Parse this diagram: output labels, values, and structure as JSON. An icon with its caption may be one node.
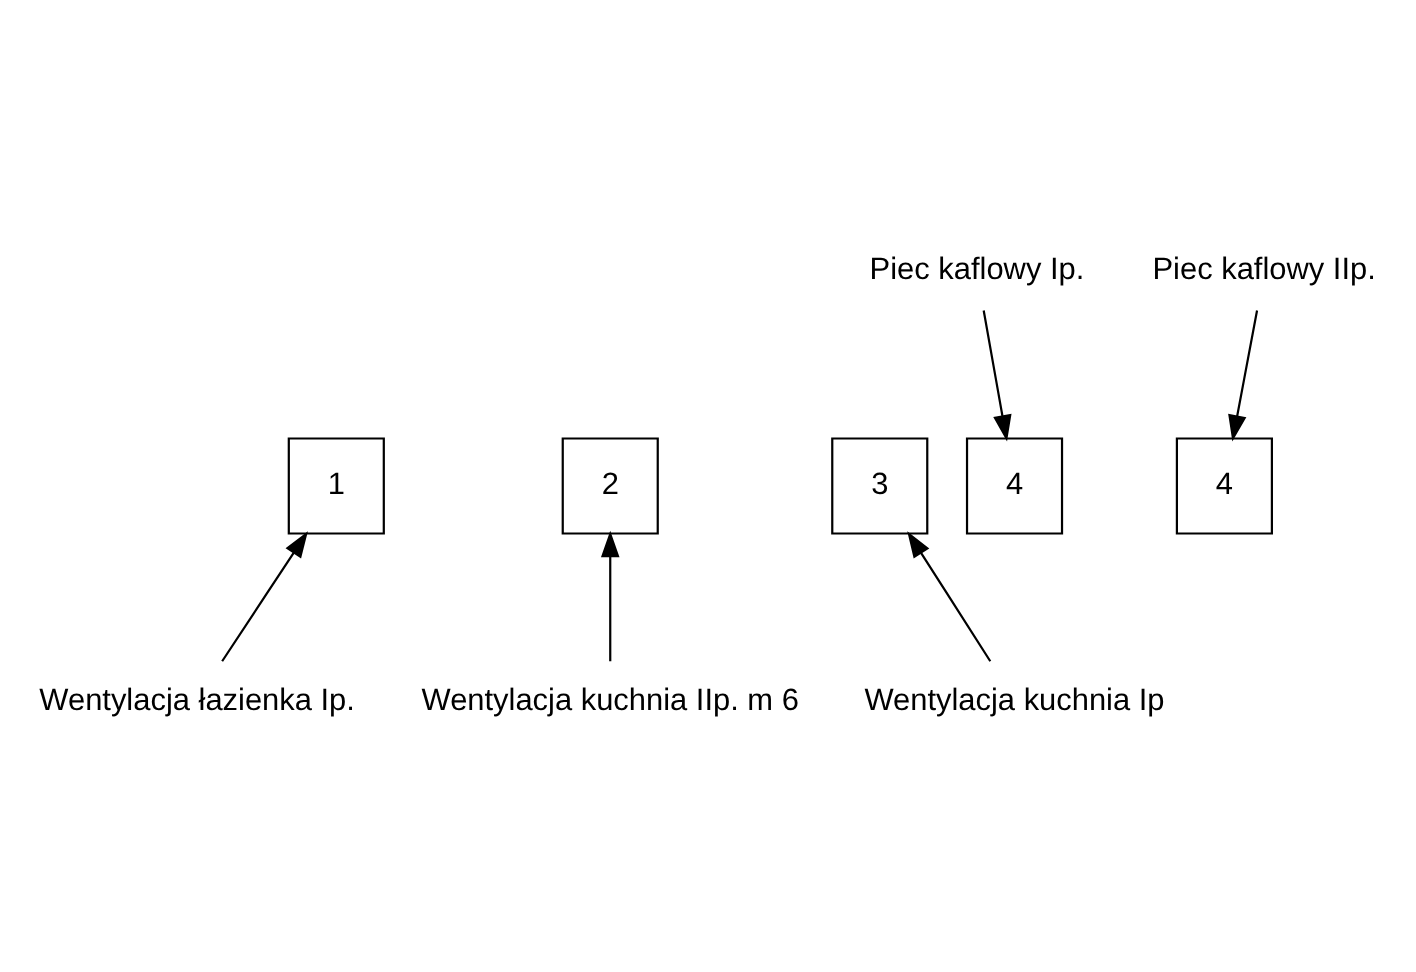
{
  "diagram": {
    "nodes": [
      {
        "text": [
          "Piec kaflowy Ip."
        ]
      },
      {
        "text": [
          "Piec kaflowy IIp."
        ]
      },
      {
        "text": [
          "1"
        ]
      },
      {
        "text": [
          "2"
        ]
      },
      {
        "text": [
          "3"
        ]
      },
      {
        "text": [
          "4"
        ]
      },
      {
        "text": [
          "4"
        ]
      },
      {
        "text": [
          "Wentylacja łazienka Ip."
        ]
      },
      {
        "text": [
          "Wentylacja kuchnia IIp. m 6"
        ]
      },
      {
        "text": [
          "Wentylacja kuchnia Ip"
        ]
      }
    ],
    "edges": [
      {
        "from": 0,
        "to": 5,
        "arrow": "to"
      },
      {
        "from": 1,
        "to": 6,
        "arrow": "to"
      },
      {
        "from": 7,
        "to": 2,
        "arrow": "to"
      },
      {
        "from": 8,
        "to": 3,
        "arrow": "to"
      },
      {
        "from": 9,
        "to": 4,
        "arrow": "to"
      }
    ]
  }
}
